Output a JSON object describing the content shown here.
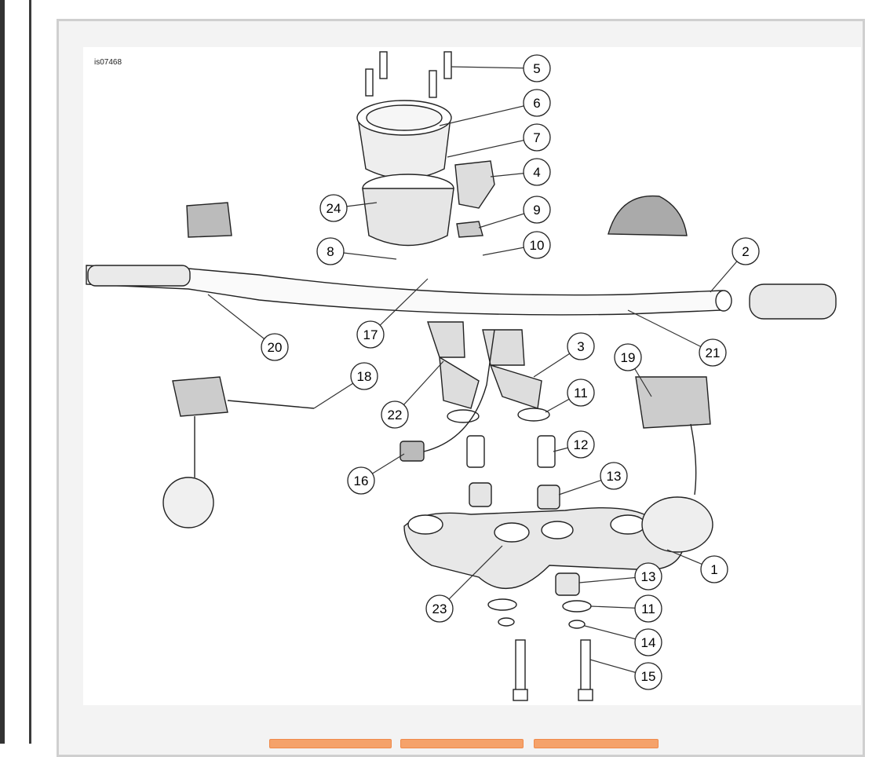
{
  "figure": {
    "id_label": "is07468",
    "callouts": [
      "5",
      "6",
      "7",
      "4",
      "24",
      "9",
      "8",
      "10",
      "2",
      "20",
      "17",
      "21",
      "3",
      "19",
      "18",
      "22",
      "11",
      "12",
      "16",
      "13",
      "1",
      "13",
      "23",
      "11",
      "14",
      "15"
    ]
  },
  "colors": {
    "accent": "#f5a26a",
    "panel": "#f3f3f3",
    "border": "#cfcfcf"
  }
}
